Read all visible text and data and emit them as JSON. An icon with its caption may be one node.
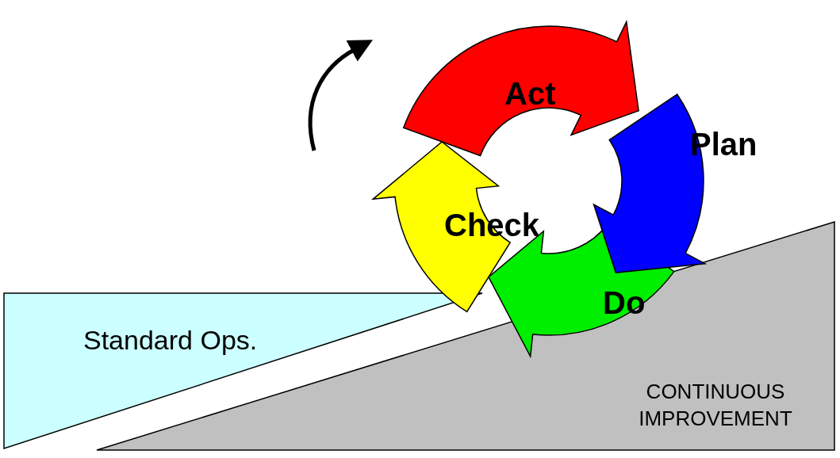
{
  "diagram": {
    "nodes": [
      {
        "text": [
          "Act"
        ]
      },
      {
        "text": [
          "Plan"
        ]
      },
      {
        "text": [
          "Check"
        ]
      },
      {
        "text": [
          "Do"
        ]
      },
      {
        "text": [
          "Standard Ops."
        ]
      },
      {
        "text": [
          "CONTINUOUS IMPROVEMENT"
        ]
      }
    ]
  }
}
